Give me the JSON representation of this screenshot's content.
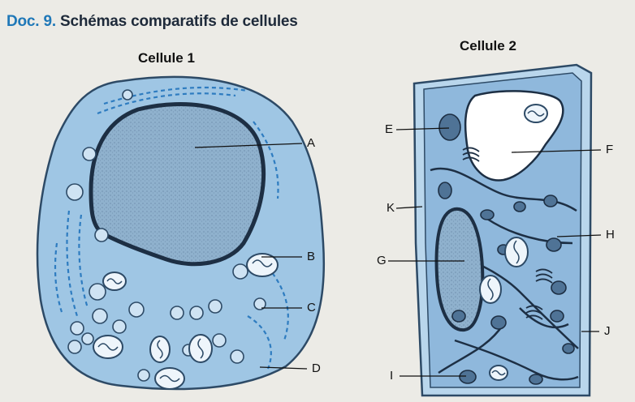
{
  "figure": {
    "doc_label": "Doc. 9.",
    "title": "Schémas comparatifs de cellules",
    "cell1_title": "Cellule 1",
    "cell2_title": "Cellule 2"
  },
  "labels": {
    "A": "A",
    "B": "B",
    "C": "C",
    "D": "D",
    "E": "E",
    "F": "F",
    "G": "G",
    "H": "H",
    "I": "I",
    "J": "J",
    "K": "K"
  },
  "colors": {
    "cytoplasm": "#9fc6e4",
    "nucleus": "#8fb1cd",
    "membrane": "#2d4a66",
    "organelle": "#d6e7f4",
    "vacuole": "#ffffff",
    "wall": "#b9d6ec",
    "chloroplast": "#4f7396"
  }
}
